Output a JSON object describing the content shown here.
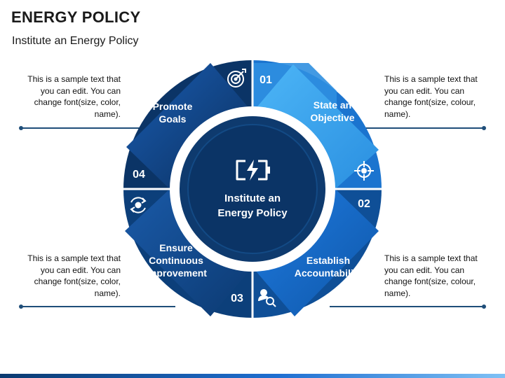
{
  "header": {
    "title": "ENERGY POLICY",
    "subtitle": "Institute an Energy Policy"
  },
  "center": {
    "label_line1": "Institute an",
    "label_line2": "Energy Policy",
    "icon": "battery-charging-icon"
  },
  "segments": [
    {
      "number": "01",
      "label_line1": "State an",
      "label_line2": "Objective",
      "label_line3": "",
      "icon": "crosshair-icon",
      "color": "#3fa9f5"
    },
    {
      "number": "02",
      "label_line1": "Establish",
      "label_line2": "Accountability",
      "label_line3": "",
      "icon": "user-search-icon",
      "color": "#1565c0"
    },
    {
      "number": "03",
      "label_line1": "Ensure",
      "label_line2": "Continuous",
      "label_line3": "Improvement",
      "icon": "cycle-arrows-icon",
      "color": "#0d3f7a"
    },
    {
      "number": "04",
      "label_line1": "Promote",
      "label_line2": "Goals",
      "label_line3": "",
      "icon": "target-dart-icon",
      "color": "#0b3466"
    }
  ],
  "notes": {
    "top_left": "This is a sample text that you can edit. You can change font(size, color, name).",
    "top_right": "This is a sample text that you can edit. You can change font(size, colour, name).",
    "bottom_left": "This is a sample text that you can edit. You can change font(size, color, name).",
    "bottom_right": "This is a sample text that you can edit. You can change font(size, colour, name)."
  },
  "colors": {
    "ring_dark": "#0e3a6e",
    "ring_mid": "#1565c0",
    "ring_light": "#3fa9f5",
    "center_dark": "#0b3466",
    "accent_line": "#1f4e79"
  }
}
